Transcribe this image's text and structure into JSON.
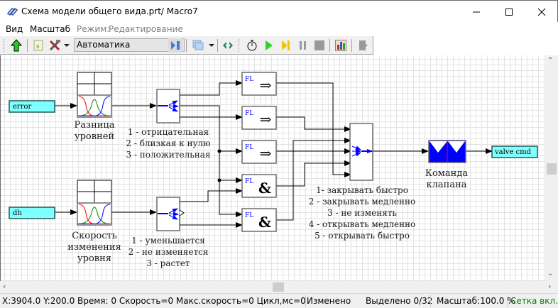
{
  "window": {
    "title": "Схема модели общего вида.prt/ Macro7",
    "controls": [
      "minimize",
      "maximize",
      "close"
    ]
  },
  "menu": {
    "items": [
      "Вид",
      "Масштаб"
    ],
    "mode_label": "Режим:",
    "mode_value": "Редактирование"
  },
  "toolbar": {
    "mode_select": "Автоматика",
    "icons": [
      "arrow-up-icon",
      "script-icon",
      "tools-icon",
      "dropdown-icon",
      "step-icon",
      "windows-icon",
      "dropdown-icon",
      "reload-icon",
      "stopwatch-icon",
      "play-icon",
      "step-forward-icon",
      "pause-icon",
      "stop-icon",
      "chart-icon",
      "export-icon"
    ],
    "colors": {
      "play": "#22c02a",
      "step": "#f5c400",
      "up_arrow": "#1fc91f"
    }
  },
  "diagram": {
    "inputs": [
      {
        "label": "error",
        "color": "#80ffff"
      },
      {
        "label": "dh",
        "color": "#80ffff"
      }
    ],
    "output": {
      "label": "valve cmd",
      "color": "#80ffff"
    },
    "fuzzifiers": [
      {
        "caption_lines": [
          "Разница",
          "уровней"
        ]
      },
      {
        "caption_lines": [
          "Скорость",
          "изменения",
          "уровня"
        ]
      }
    ],
    "demux_legends": [
      {
        "lines": [
          "1 - отрицательная",
          "2 - близкая к нулю",
          "3 - положительная"
        ]
      },
      {
        "lines": [
          "1 - уменьшается",
          "2 - не изменяется",
          "3 - растет"
        ]
      }
    ],
    "rules": [
      {
        "tag": "FL",
        "op": "⇒"
      },
      {
        "tag": "FL",
        "op": "⇒"
      },
      {
        "tag": "FL",
        "op": "⇒"
      },
      {
        "tag": "FL",
        "op": "&"
      },
      {
        "tag": "FL",
        "op": "&"
      }
    ],
    "mux_legend": {
      "lines": [
        "1- закрывать быстро",
        "2 - закрывать медленно",
        "3 - не изменять",
        "4 - открывать медленно",
        "5 - открывать быстро"
      ]
    },
    "defuzzifier": {
      "caption_lines": [
        "Команда",
        "клапана"
      ],
      "fill": "#0000ff",
      "divider": "#ff0000"
    },
    "mf_colors": [
      "#ff0000",
      "#008000",
      "#0000ff"
    ]
  },
  "statusbar": {
    "coords": "X:3904.0  Y:200.0 Время: 0 Скорость=0 Макс.скорость=0 Цикл,мс=0",
    "modified": "Изменено",
    "selected": "Выделено 0/32",
    "scale": "Масштаб:100.0 %",
    "grid": "Сетка вкл.",
    "grid_color": "#008000"
  }
}
